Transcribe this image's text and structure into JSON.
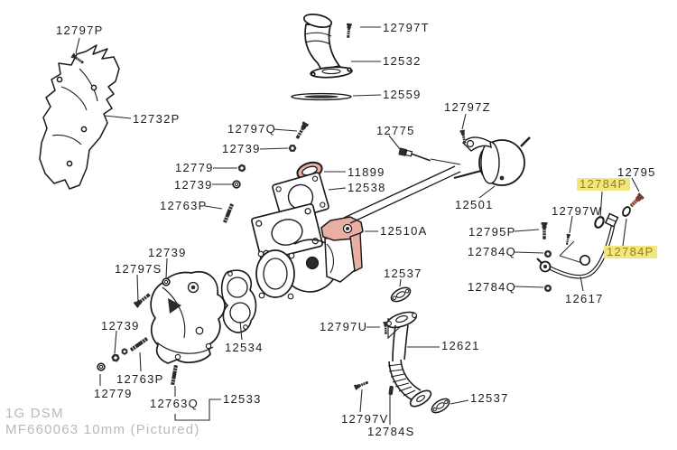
{
  "diagram": {
    "title": "Turbocharger exploded parts diagram",
    "watermark": {
      "line1": "1G DSM",
      "line2": "MF660063 10mm (Pictured)"
    },
    "colors": {
      "background": "#ffffff",
      "line_art": "#1a1a1a",
      "highlight_bg": "#f1e87d",
      "highlight_text": "#9c7a22",
      "part_tint_pink": "#e9aea4",
      "banjo_bolt_red": "#7a3b33",
      "watermark_gray": "#b9b9b9"
    },
    "labels": [
      {
        "part": "12797P",
        "highlighted": false
      },
      {
        "part": "12732P",
        "highlighted": false
      },
      {
        "part": "12797T",
        "highlighted": false
      },
      {
        "part": "12532",
        "highlighted": false
      },
      {
        "part": "12559",
        "highlighted": false
      },
      {
        "part": "12797Q",
        "highlighted": false
      },
      {
        "part": "12739",
        "highlighted": false
      },
      {
        "part": "12779",
        "highlighted": false
      },
      {
        "part": "12739",
        "highlighted": false
      },
      {
        "part": "12763P",
        "highlighted": false
      },
      {
        "part": "11899",
        "highlighted": false
      },
      {
        "part": "12538",
        "highlighted": false
      },
      {
        "part": "12775",
        "highlighted": false
      },
      {
        "part": "12797Z",
        "highlighted": false
      },
      {
        "part": "12501",
        "highlighted": false
      },
      {
        "part": "12510A",
        "highlighted": false
      },
      {
        "part": "12795",
        "highlighted": false
      },
      {
        "part": "12784P",
        "highlighted": true
      },
      {
        "part": "12797W",
        "highlighted": false
      },
      {
        "part": "12795P",
        "highlighted": false
      },
      {
        "part": "12784Q",
        "highlighted": false
      },
      {
        "part": "12784P",
        "highlighted": true
      },
      {
        "part": "12784Q",
        "highlighted": false
      },
      {
        "part": "12617",
        "highlighted": false
      },
      {
        "part": "12739",
        "highlighted": false
      },
      {
        "part": "12797S",
        "highlighted": false
      },
      {
        "part": "12739",
        "highlighted": false
      },
      {
        "part": "12534",
        "highlighted": false
      },
      {
        "part": "12537",
        "highlighted": false
      },
      {
        "part": "12763P",
        "highlighted": false
      },
      {
        "part": "12779",
        "highlighted": false
      },
      {
        "part": "12763Q",
        "highlighted": false
      },
      {
        "part": "12533",
        "highlighted": false
      },
      {
        "part": "12537",
        "highlighted": false
      },
      {
        "part": "12797U",
        "highlighted": false
      },
      {
        "part": "12621",
        "highlighted": false
      },
      {
        "part": "12797V",
        "highlighted": false
      },
      {
        "part": "12784S",
        "highlighted": false
      }
    ]
  }
}
